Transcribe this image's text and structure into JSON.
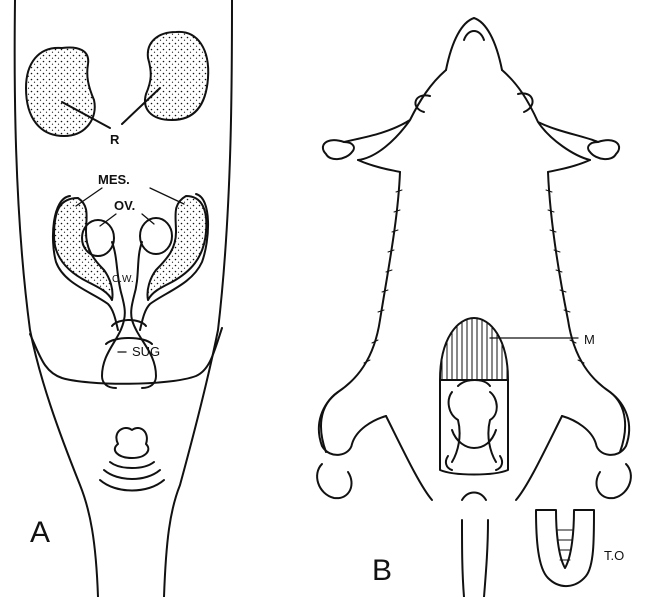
{
  "figure": {
    "panel_a_letter": "A",
    "panel_b_letter": "B",
    "labels": {
      "r": "R",
      "mes": "MES.",
      "ov": "OV.",
      "cw": "C.W.",
      "sug": "SUG",
      "m": "M",
      "to": "T.O"
    }
  },
  "colors": {
    "ink": "#111111",
    "paper": "#ffffff"
  }
}
